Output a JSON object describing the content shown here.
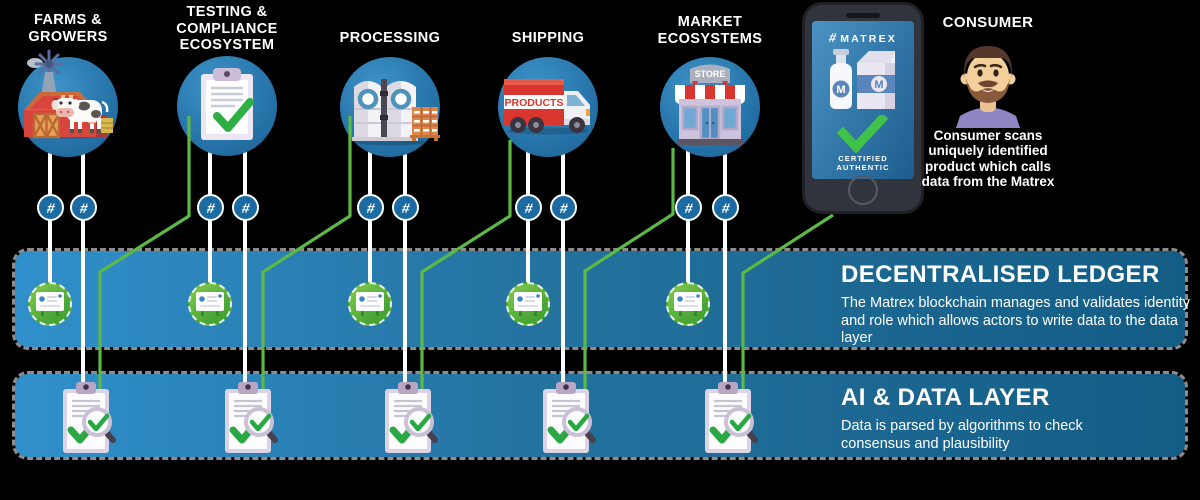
{
  "stations": [
    {
      "name": "farms-growers",
      "label_lines": [
        "FARMS &",
        "GROWERS"
      ]
    },
    {
      "name": "testing-compliance",
      "label_lines": [
        "TESTING &",
        "COMPLIANCE",
        "ECOSYSTEM"
      ]
    },
    {
      "name": "processing",
      "label_lines": [
        "PROCESSING"
      ]
    },
    {
      "name": "shipping",
      "label_lines": [
        "SHIPPING"
      ],
      "truck_text": "PRODUCTS"
    },
    {
      "name": "market-ecosystems",
      "label_lines": [
        "MARKET",
        "ECOSYSTEMS"
      ],
      "store_sign": "STORE"
    }
  ],
  "icons": {
    "hash": "#"
  },
  "phone": {
    "hash": "#",
    "brand": "MATREX",
    "status": "CERTIFIED AUTHENTIC",
    "product_initial": "M"
  },
  "consumer": {
    "label": "CONSUMER",
    "description": "Consumer scans uniquely identified product which calls data from the Matrex"
  },
  "ledger_band": {
    "title": "DECENTRALISED LEDGER",
    "description": "The Matrex blockchain manages and validates identity and role which allows actors to write data to the data layer"
  },
  "data_band": {
    "title": "AI & DATA LAYER",
    "description": "Data is parsed by algorithms to check consensus and plausibility"
  },
  "colors": {
    "accent_green": "#5cb946",
    "check_green": "#2fae44",
    "band_blue_left": "#3090cb",
    "band_blue_right": "#135d85",
    "node_blue": "#1b6aa2",
    "badge_green": "#4aa637",
    "phone_screen_blue": "#357aab",
    "shirt_purple": "#8d86c2"
  }
}
